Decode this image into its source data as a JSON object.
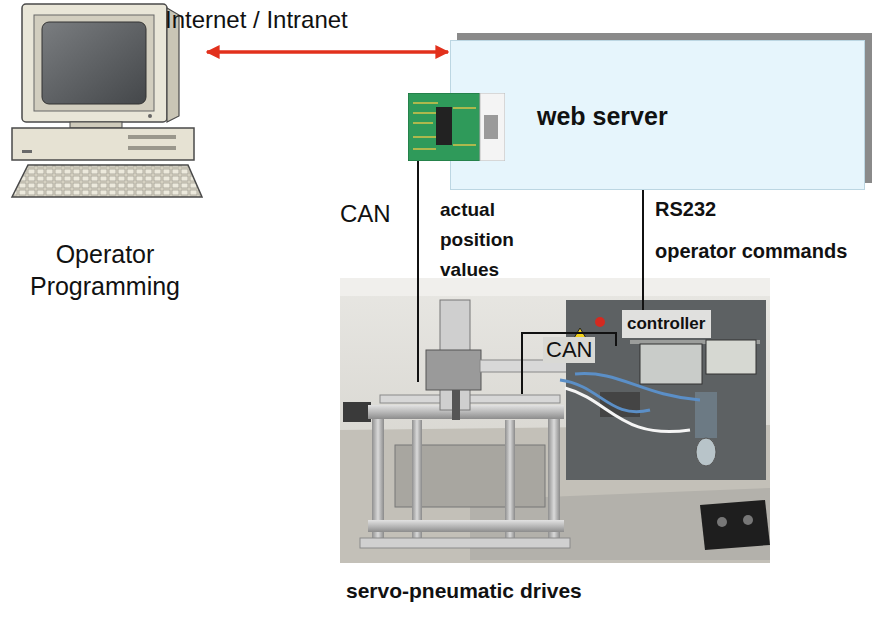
{
  "diagram": {
    "nodes": [
      {
        "text": [
          "Operator Programming"
        ]
      },
      {
        "text": [
          "web server"
        ]
      },
      {
        "text": [
          "servo-pneumatic drives"
        ]
      },
      {
        "text": [
          "controller"
        ],
        "in": 2
      }
    ],
    "edges": [
      {
        "from": 0,
        "to": 1,
        "arrow": "both",
        "label": "Internet / Intranet"
      },
      {
        "from": 1,
        "to": 2,
        "arrow": "none",
        "label": "CAN"
      },
      {
        "from": 1,
        "to": 3,
        "arrow": "none",
        "label": "RS232"
      }
    ],
    "labels": [
      "actual position values",
      "operator commands",
      "CAN"
    ]
  }
}
